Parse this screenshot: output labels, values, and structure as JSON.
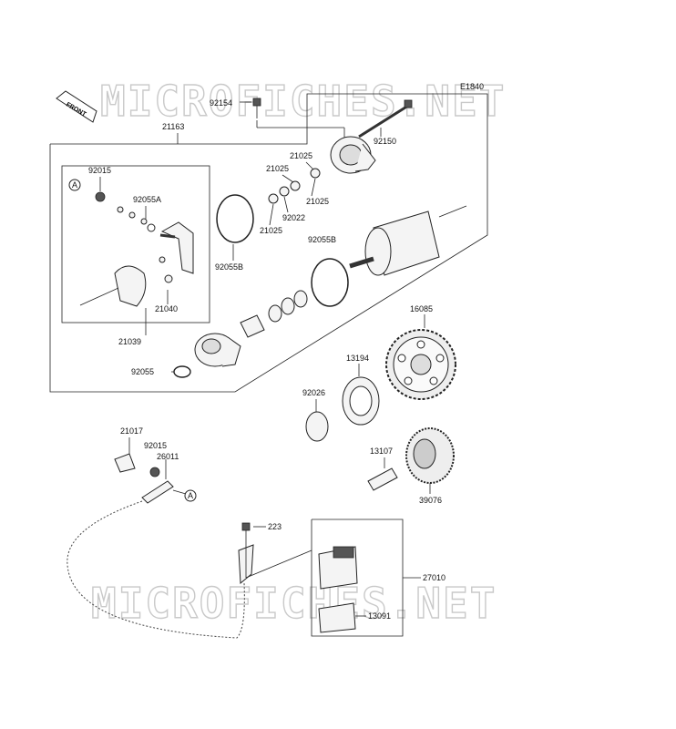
{
  "diagram_code": "E1840",
  "watermark": "MICROFICHES.NET",
  "front_label": "FRONT",
  "callout_letter": "A",
  "parts": {
    "p92154": "92154",
    "p92150": "92150",
    "p21163": "21163",
    "p21025a": "21025",
    "p21025b": "21025",
    "p21025c": "21025",
    "p21025d": "21025",
    "p92022": "92022",
    "p92015a": "92015",
    "p92055a": "92055A",
    "p92055b1": "92055B",
    "p92055b2": "92055B",
    "p21040": "21040",
    "p21039": "21039",
    "p92055": "92055",
    "p16085": "16085",
    "p13194": "13194",
    "p92026": "92026",
    "p21017": "21017",
    "p92015b": "92015",
    "p26011": "26011",
    "p13107": "13107",
    "p39076": "39076",
    "p223": "223",
    "p27010": "27010",
    "p13091": "13091"
  }
}
